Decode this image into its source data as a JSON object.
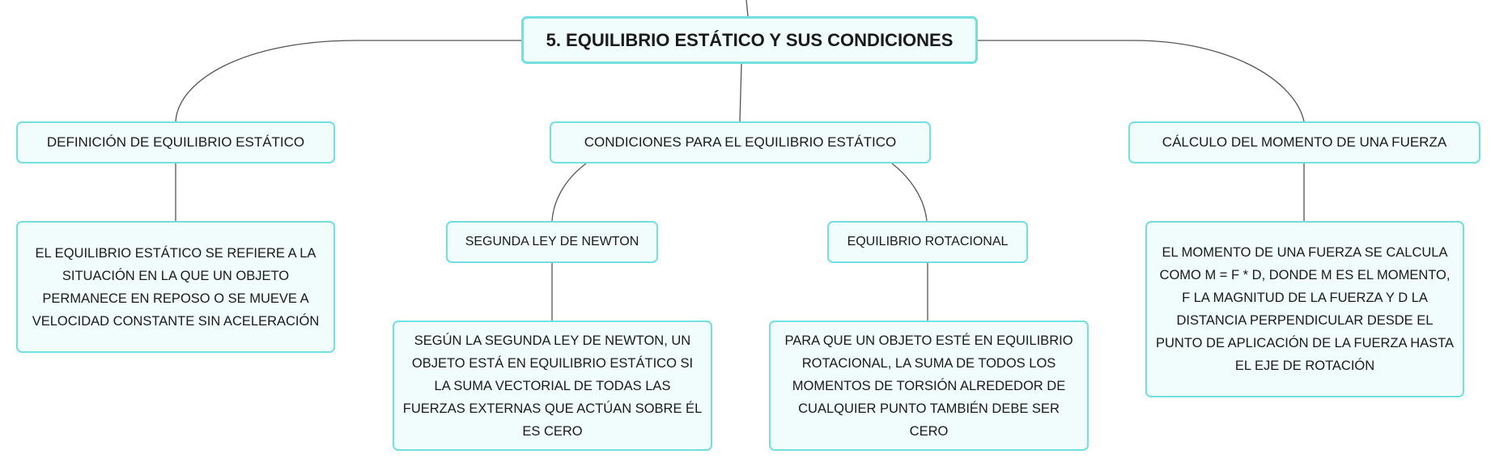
{
  "root": {
    "label": "5. EQUILIBRIO ESTÁTICO Y SUS CONDICIONES"
  },
  "branches": [
    {
      "label": "DEFINICIÓN DE EQUILIBRIO ESTÁTICO",
      "detail": "EL EQUILIBRIO ESTÁTICO SE REFIERE A LA SITUACIÓN EN LA QUE UN OBJETO PERMANECE EN REPOSO O SE MUEVE A VELOCIDAD CONSTANTE SIN ACELERACIÓN"
    },
    {
      "label": "CONDICIONES PARA EL EQUILIBRIO ESTÁTICO",
      "children": [
        {
          "label": "SEGUNDA LEY DE NEWTON",
          "detail": "SEGÚN LA SEGUNDA LEY DE NEWTON, UN OBJETO ESTÁ EN EQUILIBRIO ESTÁTICO SI LA SUMA VECTORIAL DE TODAS LAS FUERZAS EXTERNAS QUE ACTÚAN SOBRE ÉL ES CERO"
        },
        {
          "label": "EQUILIBRIO ROTACIONAL",
          "detail": "PARA QUE UN OBJETO ESTÉ EN EQUILIBRIO ROTACIONAL, LA SUMA DE TODOS LOS MOMENTOS DE TORSIÓN ALREDEDOR DE CUALQUIER PUNTO TAMBIÉN DEBE SER CERO"
        }
      ]
    },
    {
      "label": "CÁLCULO DEL MOMENTO DE UNA FUERZA",
      "detail": "EL MOMENTO DE UNA FUERZA SE CALCULA COMO M = F * D, DONDE M ES EL MOMENTO, F LA MAGNITUD DE LA FUERZA Y D LA DISTANCIA PERPENDICULAR DESDE EL PUNTO DE APLICACIÓN DE LA FUERZA HASTA EL EJE DE ROTACIÓN"
    }
  ],
  "colors": {
    "border": "#72dfe1",
    "fill": "#f1fcfc",
    "line": "#555555"
  }
}
